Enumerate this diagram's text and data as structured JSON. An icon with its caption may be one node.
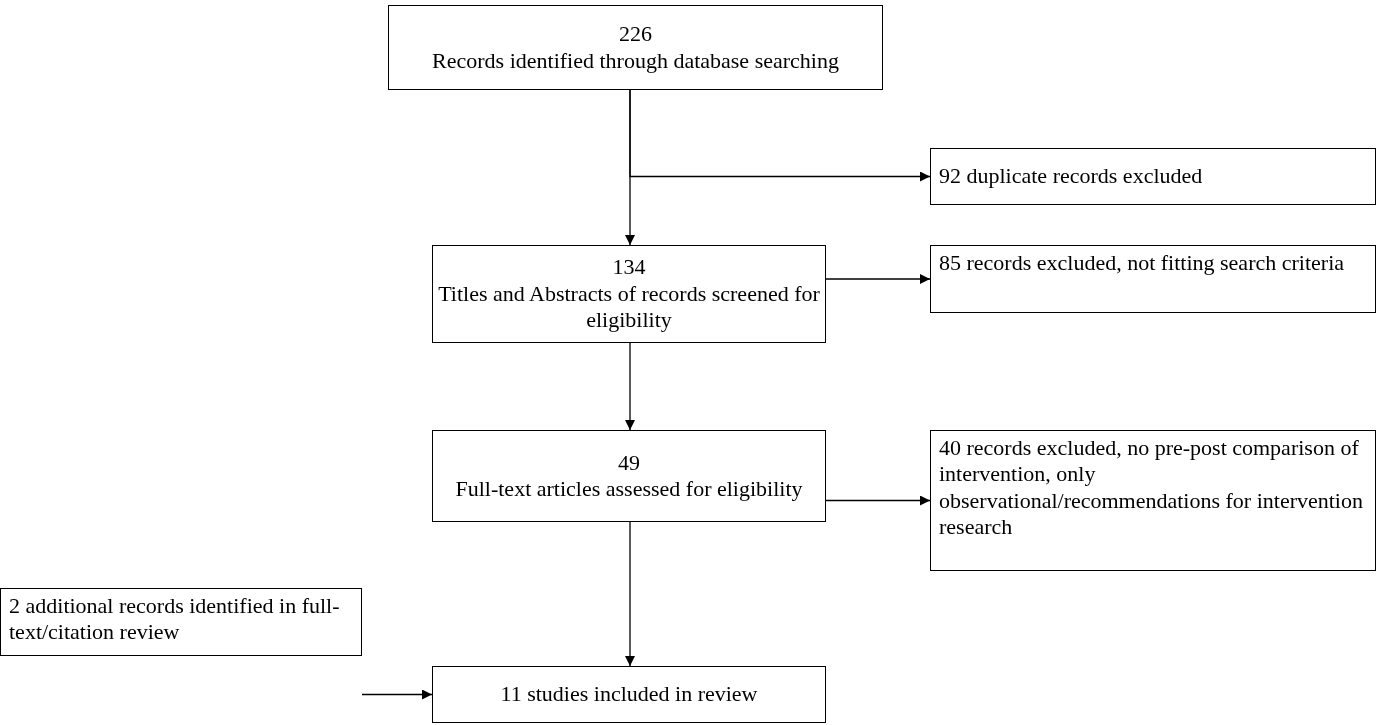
{
  "diagram": {
    "nodes": [
      {
        "text": [
          "226",
          "Records identified through database searching"
        ]
      },
      {
        "text": [
          "92 duplicate records excluded"
        ]
      },
      {
        "text": [
          "134",
          "Titles and Abstracts of records screened for eligibility"
        ]
      },
      {
        "text": [
          "85 records excluded, not fitting search criteria"
        ]
      },
      {
        "text": [
          "49",
          "Full-text articles assessed for eligibility"
        ]
      },
      {
        "text": [
          "40 records excluded, no pre-post comparison of intervention, only observational/recommendations for intervention research"
        ]
      },
      {
        "text": [
          "2 additional records identified in full-text/citation review"
        ]
      },
      {
        "text": [
          "11 studies included in review"
        ]
      }
    ],
    "edges": [
      {
        "from": 0,
        "to": 2,
        "arrow": "to"
      },
      {
        "from": 0,
        "to": 1,
        "arrow": "to"
      },
      {
        "from": 2,
        "to": 3,
        "arrow": "to"
      },
      {
        "from": 2,
        "to": 4,
        "arrow": "to"
      },
      {
        "from": 4,
        "to": 5,
        "arrow": "to"
      },
      {
        "from": 4,
        "to": 7,
        "arrow": "to"
      },
      {
        "from": 6,
        "to": 7,
        "arrow": "to"
      }
    ]
  }
}
